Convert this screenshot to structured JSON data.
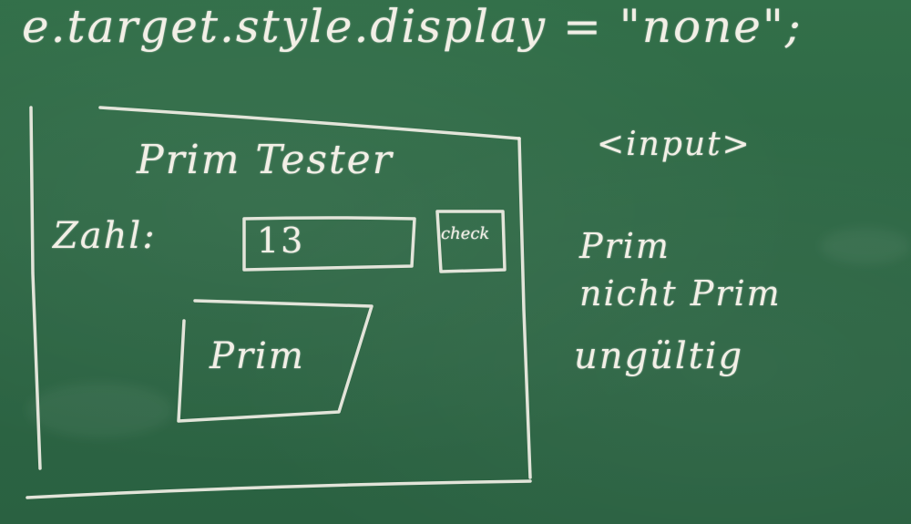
{
  "board": {
    "code_line": "e.target.style.display = \"none\";",
    "input_tag": "<input>",
    "sketch": {
      "title": "Prim Tester",
      "field_label": "Zahl:",
      "field_value": "13",
      "button_label": "check",
      "result_box_text": "Prim"
    },
    "states": [
      "Prim",
      "nicht Prim",
      "ungültig"
    ]
  },
  "colors": {
    "board": "#2f6a45",
    "chalk": "#f2efe6"
  }
}
